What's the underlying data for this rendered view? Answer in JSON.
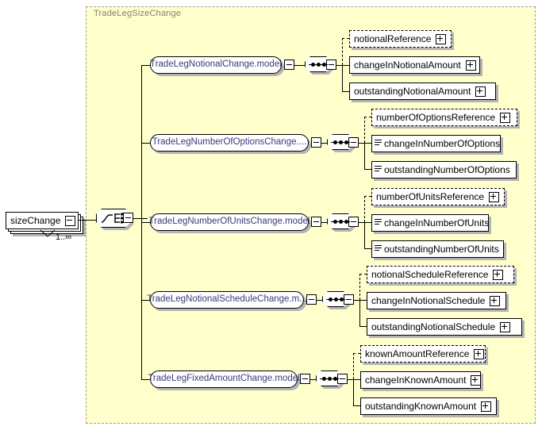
{
  "diagram": {
    "type": "xml-schema-diagram",
    "group_label": "TradeLegSizeChange",
    "root_element": {
      "name": "sizeChange",
      "cardinality": "1..∞",
      "compositor": "choice",
      "expander": "minus"
    },
    "branches": [
      {
        "model_group": "TradeLegNotionalChange.model",
        "model_group_truncated": false,
        "compositor": "sequence",
        "children": [
          {
            "name": "notionalReference",
            "optional": true,
            "expander": "plus",
            "simple": false
          },
          {
            "name": "changeInNotionalAmount",
            "optional": false,
            "expander": "plus",
            "simple": false
          },
          {
            "name": "outstandingNotionalAmount",
            "optional": false,
            "expander": "plus",
            "simple": false
          }
        ]
      },
      {
        "model_group": "TradeLegNumberOfOptionsChange....",
        "model_group_truncated": true,
        "compositor": "sequence",
        "children": [
          {
            "name": "numberOfOptionsReference",
            "optional": true,
            "expander": "plus",
            "simple": false
          },
          {
            "name": "changeInNumberOfOptions",
            "optional": false,
            "expander": "none",
            "simple": true
          },
          {
            "name": "outstandingNumberOfOptions",
            "optional": false,
            "expander": "none",
            "simple": true
          }
        ]
      },
      {
        "model_group": "TradeLegNumberOfUnitsChange.model",
        "model_group_truncated": false,
        "compositor": "sequence",
        "children": [
          {
            "name": "numberOfUnitsReference",
            "optional": true,
            "expander": "plus",
            "simple": false
          },
          {
            "name": "changeInNumberOfUnits",
            "optional": false,
            "expander": "none",
            "simple": true
          },
          {
            "name": "outstandingNumberOfUnits",
            "optional": false,
            "expander": "none",
            "simple": true
          }
        ]
      },
      {
        "model_group": "TradeLegNotionalScheduleChange.m...",
        "model_group_truncated": true,
        "compositor": "sequence",
        "children": [
          {
            "name": "notionalScheduleReference",
            "optional": true,
            "expander": "plus",
            "simple": false
          },
          {
            "name": "changeInNotionalSchedule",
            "optional": false,
            "expander": "plus",
            "simple": false
          },
          {
            "name": "outstandingNotionalSchedule",
            "optional": false,
            "expander": "plus",
            "simple": false
          }
        ]
      },
      {
        "model_group": "TradeLegFixedAmountChange.model",
        "model_group_truncated": false,
        "compositor": "sequence",
        "children": [
          {
            "name": "knownAmountReference",
            "optional": true,
            "expander": "plus",
            "simple": false
          },
          {
            "name": "changeInKnownAmount",
            "optional": false,
            "expander": "plus",
            "simple": false
          },
          {
            "name": "outstandingKnownAmount",
            "optional": false,
            "expander": "plus",
            "simple": false
          }
        ]
      }
    ]
  },
  "colors": {
    "group_background": "#ffffcc",
    "group_border": "#9a9a9a",
    "group_label_text": "#808080",
    "node_border": "#000000",
    "node_background": "#ffffff",
    "model_group_text": "#3a3a7a",
    "shadow": "#b4b4b4",
    "page_background": "#ffffff"
  }
}
